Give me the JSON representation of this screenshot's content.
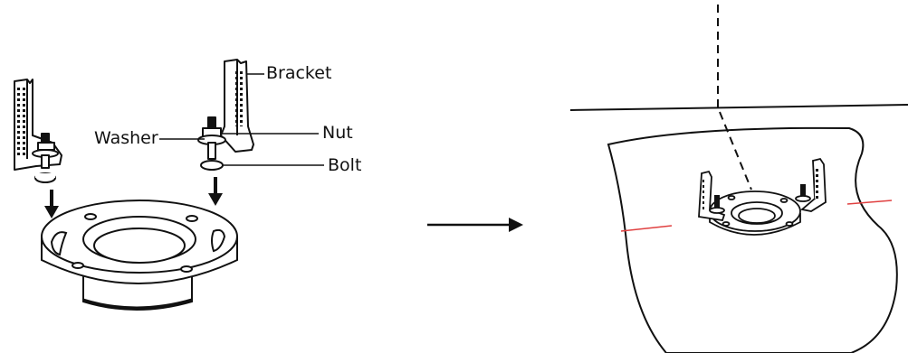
{
  "labels": {
    "bracket": "Bracket",
    "washer": "Washer",
    "nut": "Nut",
    "bolt": "Bolt"
  },
  "colors": {
    "line": "#111111",
    "fill": "#ffffff",
    "marker": "#e04040"
  },
  "icons": [
    "down-arrow-icon",
    "right-arrow-icon"
  ]
}
